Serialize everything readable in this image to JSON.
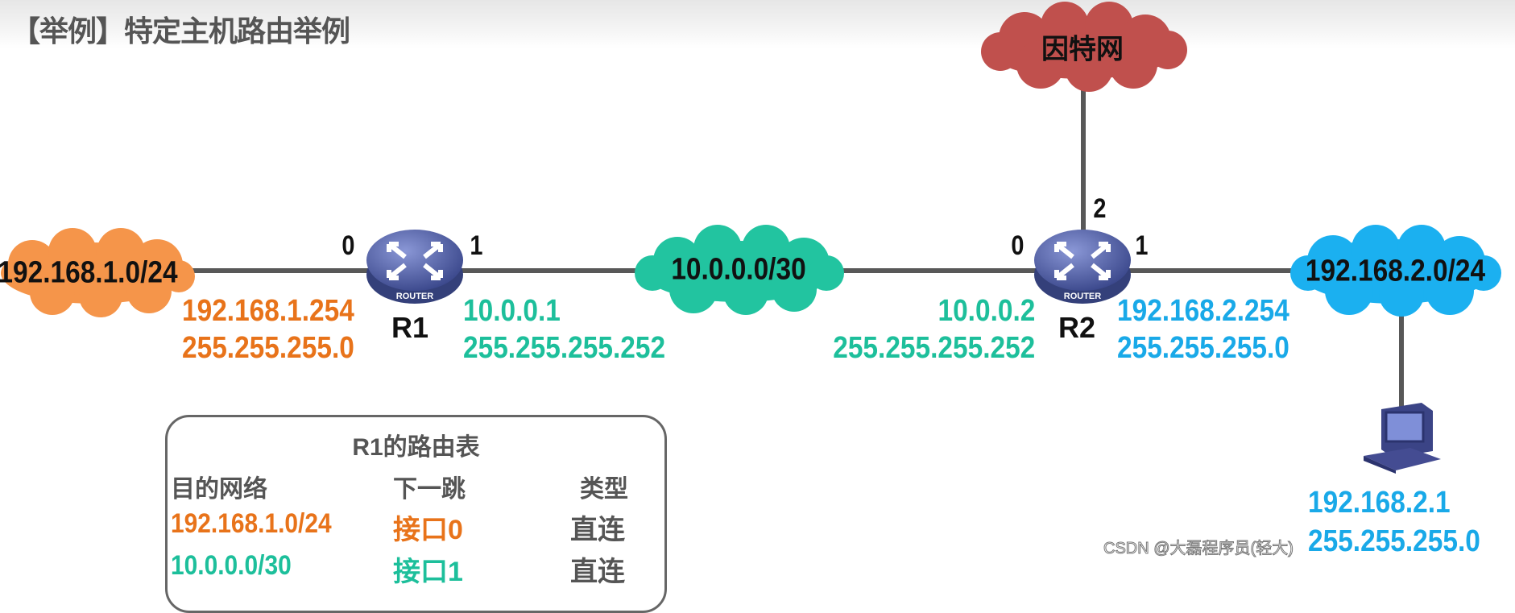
{
  "title": "【举例】特定主机路由举例",
  "colors": {
    "orange": "#e8731a",
    "teal": "#1dbf9b",
    "blue": "#19a9e8",
    "internet_cloud": "#c0504d",
    "orange_cloud": "#f5954a",
    "teal_cloud": "#22c4a0",
    "blue_cloud": "#1bb0f0",
    "router": "#4a5aa0",
    "link": "#585858"
  },
  "clouds": {
    "internet": "因特网",
    "lan1": "192.168.1.0/24",
    "wan": "10.0.0.0/30",
    "lan2": "192.168.2.0/24"
  },
  "routers": {
    "r1": {
      "name": "R1",
      "badge": "ROUTER",
      "ports": {
        "p0": "0",
        "p1": "1"
      },
      "if0": {
        "ip": "192.168.1.254",
        "mask": "255.255.255.0"
      },
      "if1": {
        "ip": "10.0.0.1",
        "mask": "255.255.255.252"
      }
    },
    "r2": {
      "name": "R2",
      "badge": "ROUTER",
      "ports": {
        "p0": "0",
        "p1": "1",
        "p2": "2"
      },
      "if0": {
        "ip": "10.0.0.2",
        "mask": "255.255.255.252"
      },
      "if1": {
        "ip": "192.168.2.254",
        "mask": "255.255.255.0"
      }
    }
  },
  "host": {
    "icon": "computer-icon",
    "ip": "192.168.2.1",
    "mask": "255.255.255.0"
  },
  "routing_table": {
    "title": "R1的路由表",
    "headers": [
      "目的网络",
      "下一跳",
      "类型"
    ],
    "rows": [
      {
        "dest": "192.168.1.0/24",
        "next_hop": "接口0",
        "type": "直连"
      },
      {
        "dest": "10.0.0.0/30",
        "next_hop": "接口1",
        "type": "直连"
      }
    ]
  },
  "watermark": "CSDN @大磊程序员(轻大)"
}
